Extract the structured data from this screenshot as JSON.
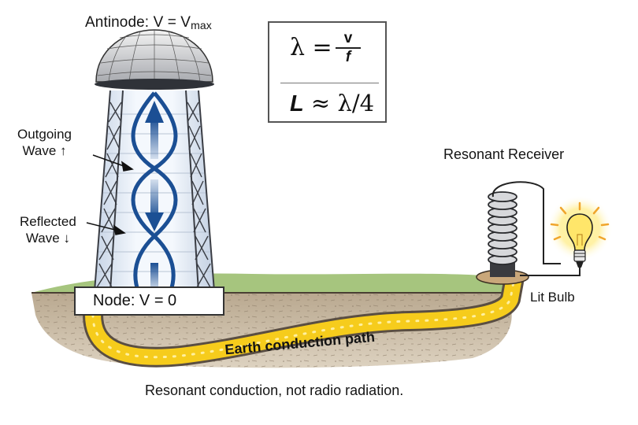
{
  "title": "Tesla-style resonant earth conduction diagram",
  "labels": {
    "antinode": "Antinode: V = V",
    "antinode_sub": "max",
    "node": "Node: V = 0",
    "outgoing_line1": "Outgoing",
    "outgoing_line2": "Wave ↑",
    "reflected_line1": "Reflected",
    "reflected_line2": "Wave ↓",
    "receiver": "Resonant Receiver",
    "lit_bulb": "Lit Bulb",
    "earth_path": "Earth conduction path",
    "caption": "Resonant conduction, not radio radiation."
  },
  "formulas": {
    "lambda": "λ =",
    "numerator": "v",
    "denominator": "f",
    "length_L": "L",
    "length_rest": " ≈ λ/4"
  },
  "colors": {
    "wave_blue": "#1b4f94",
    "conduction_yellow": "#f6cc1c",
    "soil": "#cbbba4",
    "grass": "#a6c57e",
    "tower_steel": "#3a3d44",
    "bulb_glow": "#ffe86b"
  }
}
